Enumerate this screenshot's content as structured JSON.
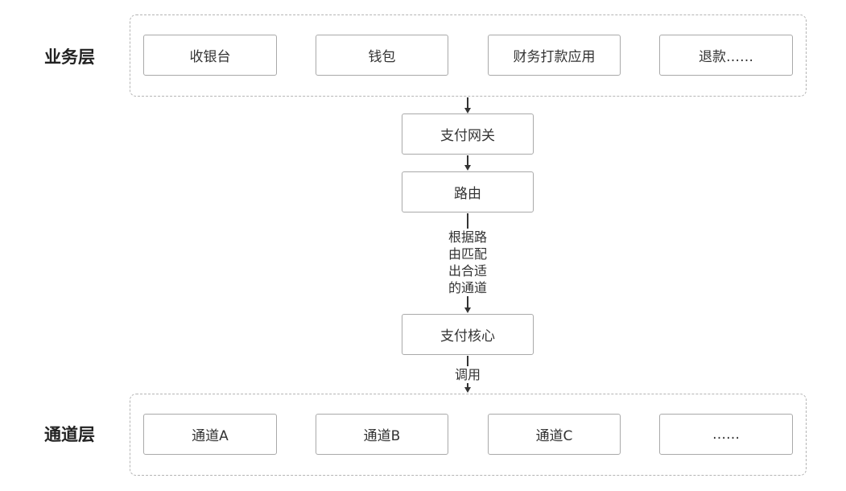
{
  "business_layer": {
    "label": "业务层",
    "items": [
      "收银台",
      "钱包",
      "财务打款应用",
      "退款……"
    ]
  },
  "flow": {
    "gateway": "支付网关",
    "router": "路由",
    "router_to_core_label": [
      "根据路",
      "由匹配",
      "出合适",
      "的通道"
    ],
    "core": "支付核心",
    "core_to_channel_label": "调用"
  },
  "channel_layer": {
    "label": "通道层",
    "items": [
      "通道A",
      "通道B",
      "通道C",
      "……"
    ]
  }
}
